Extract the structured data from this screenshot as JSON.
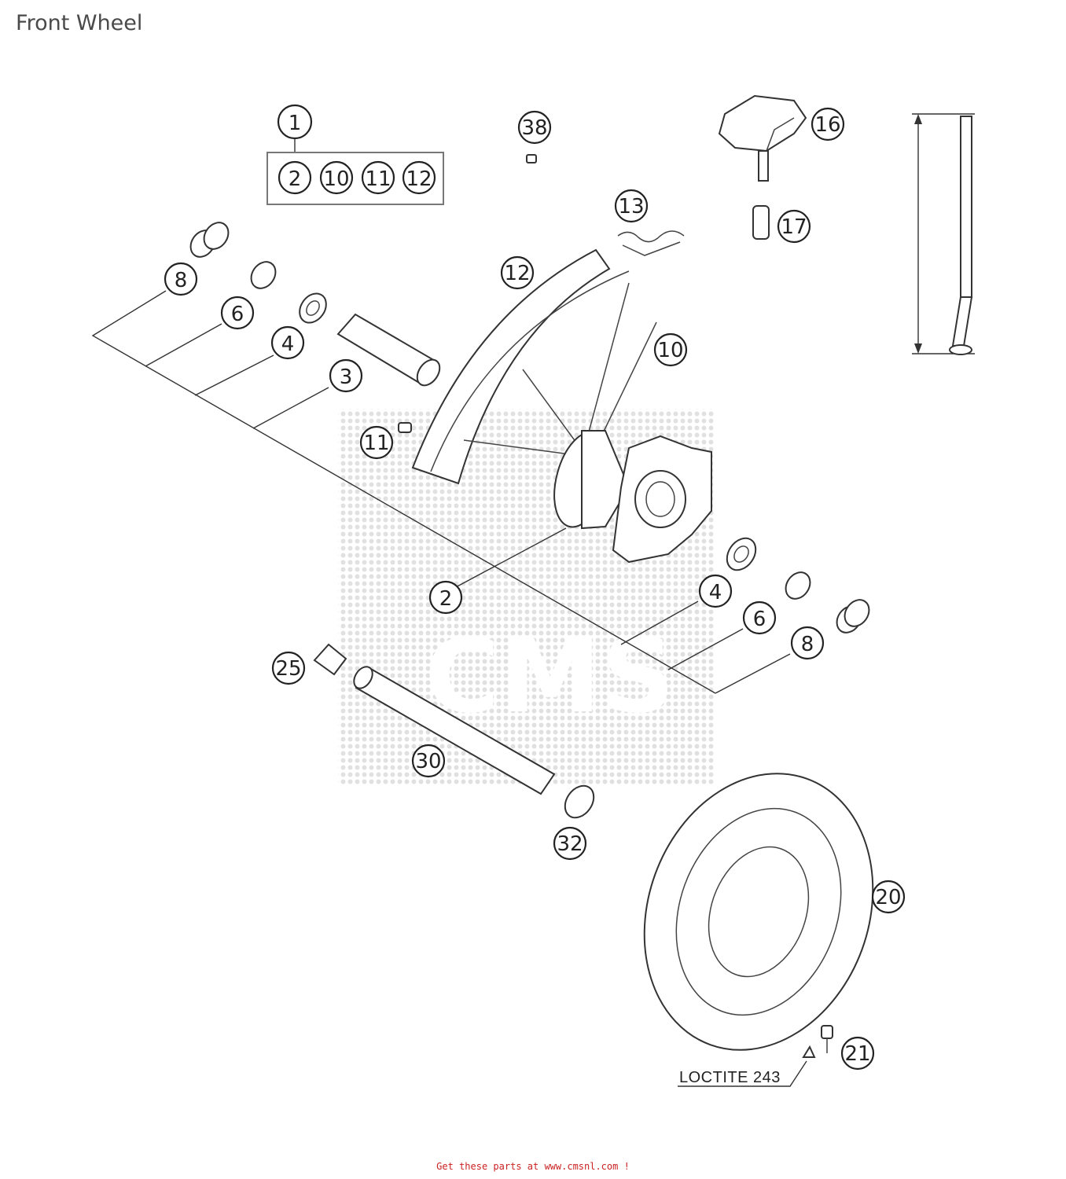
{
  "page": {
    "title": "Front Wheel"
  },
  "callouts": {
    "c1": "1",
    "c2": "2",
    "c2_top": "2",
    "c10_top": "10",
    "c11_top": "11",
    "c12_top": "12",
    "c38": "38",
    "c16": "16",
    "c17": "17",
    "c13": "13",
    "c12": "12",
    "c10": "10",
    "c8_left": "8",
    "c6_left": "6",
    "c4_left": "4",
    "c3": "3",
    "c11": "11",
    "c4_right": "4",
    "c6_right": "6",
    "c8_right": "8",
    "c25": "25",
    "c30": "30",
    "c32": "32",
    "c20": "20",
    "c21": "21"
  },
  "note": {
    "loctite": "LOCTITE 243"
  },
  "watermark": {
    "text": "CMS"
  },
  "footer": {
    "text": "Get these parts at www.cmsnl.com !"
  }
}
